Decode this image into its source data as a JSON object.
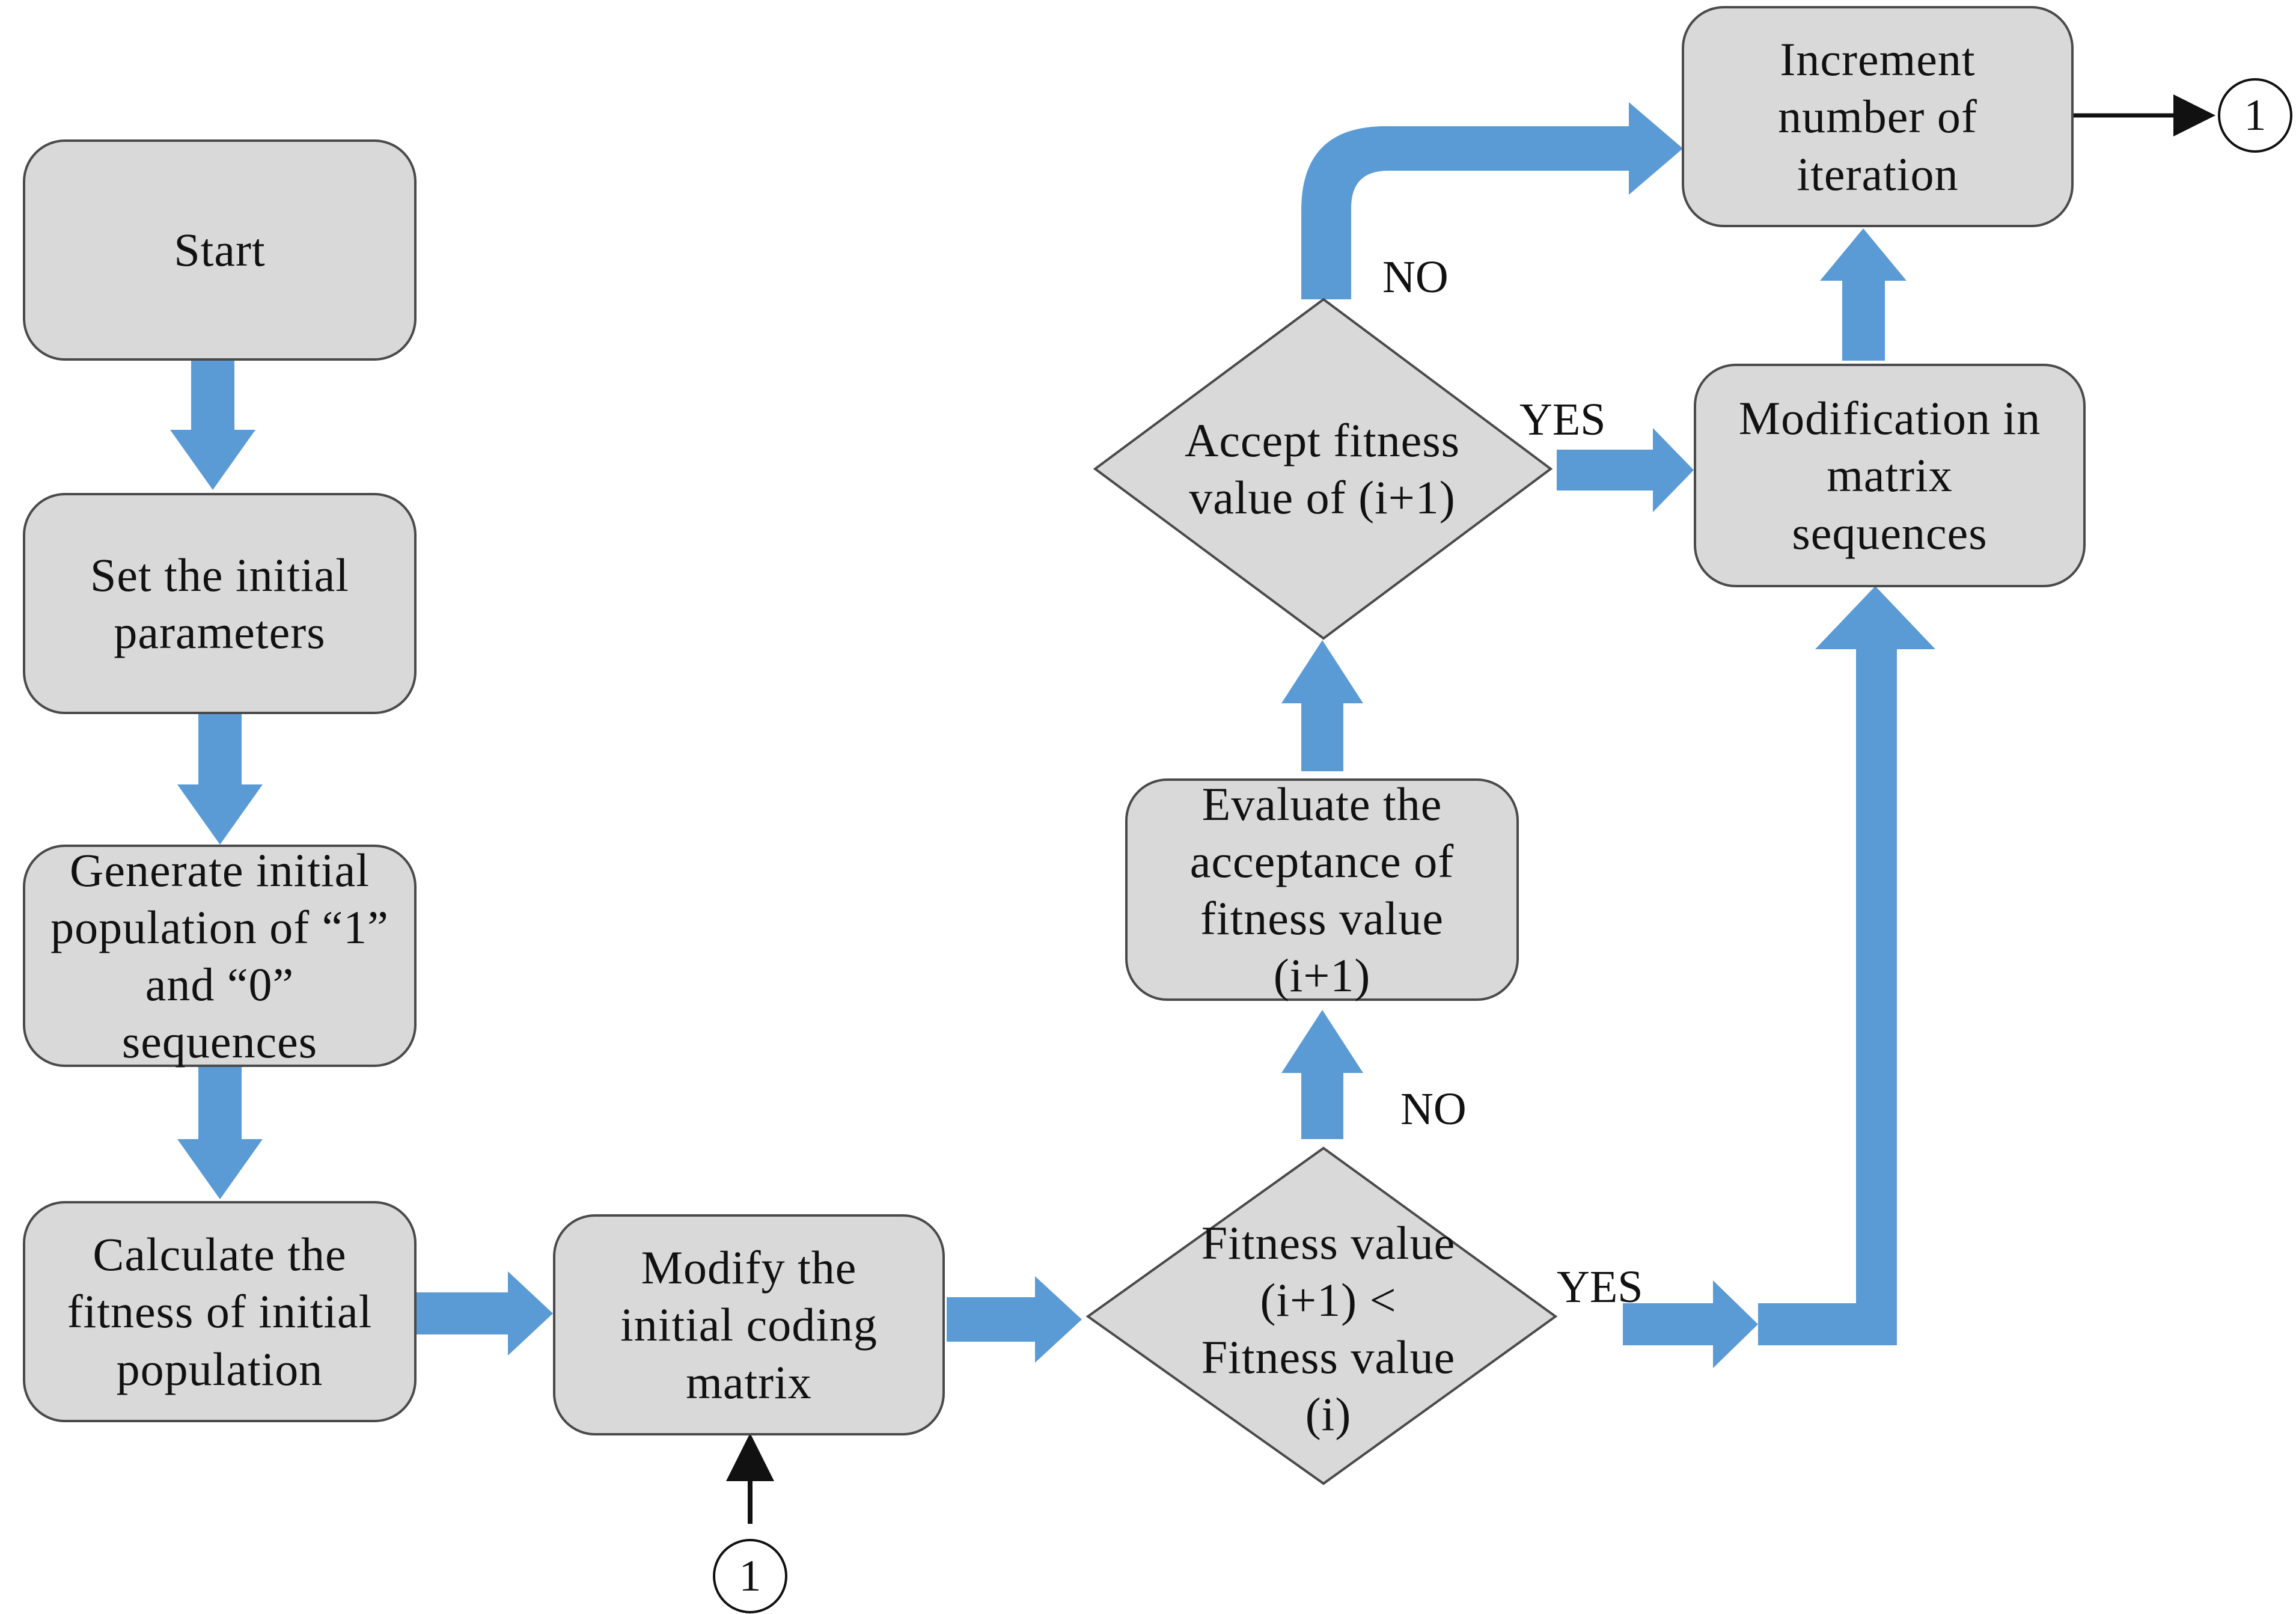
{
  "nodes": {
    "start": [
      "Start"
    ],
    "set_params": [
      "Set the initial",
      "parameters"
    ],
    "generate": [
      "Generate initial",
      "population of “1”",
      "and “0”",
      "sequences"
    ],
    "calculate": [
      "Calculate the",
      "fitness of initial",
      "population"
    ],
    "modify": [
      "Modify the",
      "initial coding",
      "matrix"
    ],
    "compare": [
      "Fitness value",
      "(i+1) <",
      "Fitness value",
      "(i)"
    ],
    "evaluate": [
      "Evaluate the",
      "acceptance of",
      "fitness value",
      "(i+1)"
    ],
    "accept": [
      "Accept fitness",
      "value of (i+1)"
    ],
    "modification": [
      "Modification in",
      "matrix",
      "sequences"
    ],
    "increment": [
      "Increment",
      "number of",
      "iteration"
    ]
  },
  "labels": {
    "no_accept": "NO",
    "yes_accept": "YES",
    "no_compare": "NO",
    "yes_compare": "YES"
  },
  "connectors": {
    "out": "1",
    "in": "1"
  },
  "colors": {
    "box_fill": "#d9d9d9",
    "box_border": "#4a4a4a",
    "arrow": "#5b9bd5",
    "connector_line": "#111111"
  }
}
